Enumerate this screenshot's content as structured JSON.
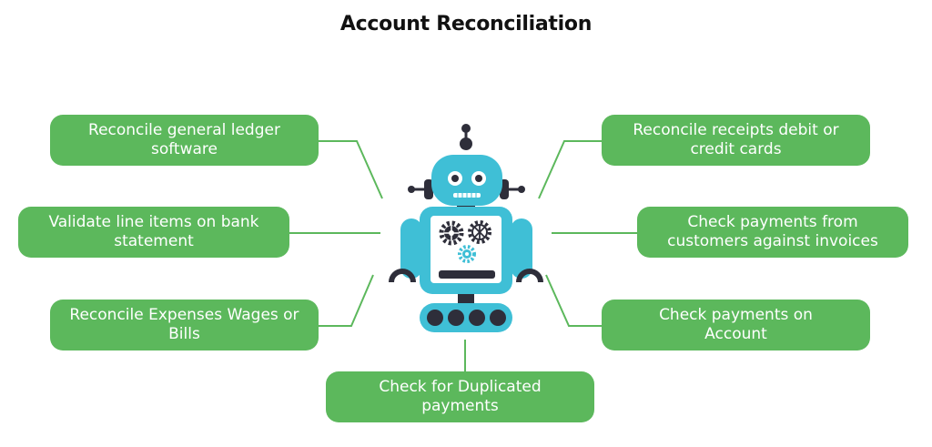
{
  "title": "Account Reconciliation",
  "tasks": {
    "left": [
      {
        "label": "Reconcile general ledger software"
      },
      {
        "label": "Validate line items on bank statement"
      },
      {
        "label": "Reconcile Expenses Wages or Bills"
      }
    ],
    "right": [
      {
        "label": "Reconcile receipts debit or credit cards"
      },
      {
        "label": "Check payments from customers against invoices"
      },
      {
        "label": "Check payments on Account"
      }
    ],
    "bottom": {
      "label": "Check for Duplicated payments"
    }
  },
  "colors": {
    "box": "#5cb85c",
    "connector": "#5cb85c",
    "robot_primary": "#3fbfd6",
    "robot_dark": "#2e2e3a",
    "robot_light": "#ffffff",
    "gear_accent": "#3fbfd6"
  },
  "icons": [
    "robot-icon",
    "gear-icon"
  ]
}
